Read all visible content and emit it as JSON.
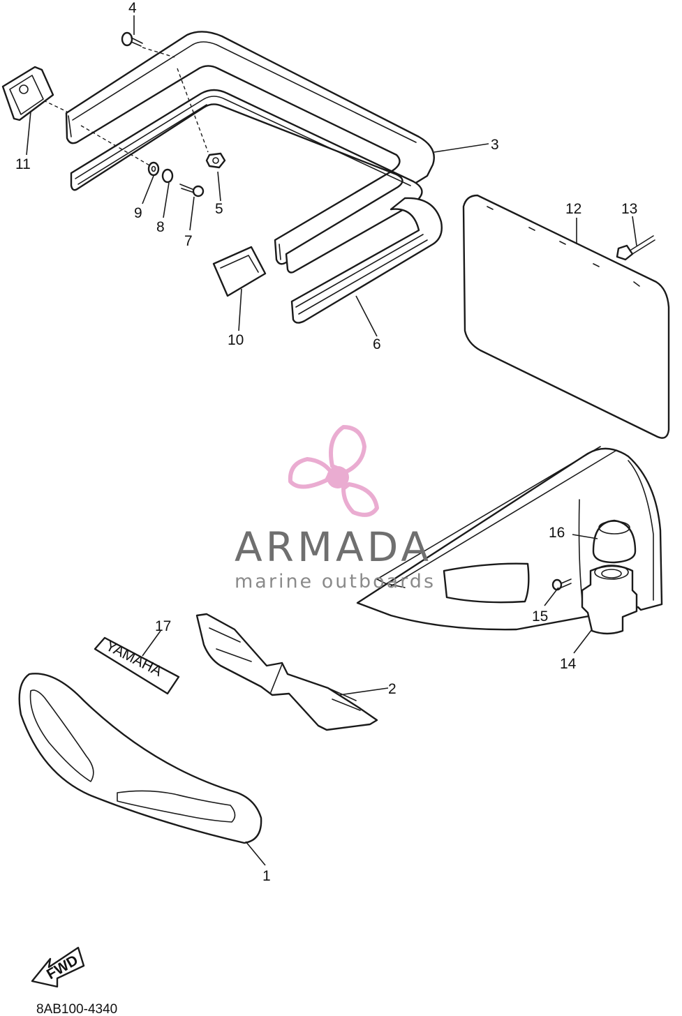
{
  "diagram": {
    "callouts": [
      {
        "id": "1",
        "text": "1"
      },
      {
        "id": "2",
        "text": "2"
      },
      {
        "id": "3",
        "text": "3"
      },
      {
        "id": "4",
        "text": "4"
      },
      {
        "id": "5",
        "text": "5"
      },
      {
        "id": "6",
        "text": "6"
      },
      {
        "id": "7",
        "text": "7"
      },
      {
        "id": "8",
        "text": "8"
      },
      {
        "id": "9",
        "text": "9"
      },
      {
        "id": "10",
        "text": "10"
      },
      {
        "id": "11",
        "text": "11"
      },
      {
        "id": "12",
        "text": "12"
      },
      {
        "id": "13",
        "text": "13"
      },
      {
        "id": "14",
        "text": "14"
      },
      {
        "id": "15",
        "text": "15"
      },
      {
        "id": "16",
        "text": "16"
      },
      {
        "id": "17",
        "text": "17"
      }
    ],
    "decal_text": "YAMAHA",
    "fwd_label": "FWD",
    "drawing_code": "8AB100-4340"
  },
  "watermark": {
    "title": "ARMADA",
    "subtitle": "marine outboards",
    "logo_icon": "propeller-logo-icon",
    "logo_color": "#e9a8cf"
  }
}
